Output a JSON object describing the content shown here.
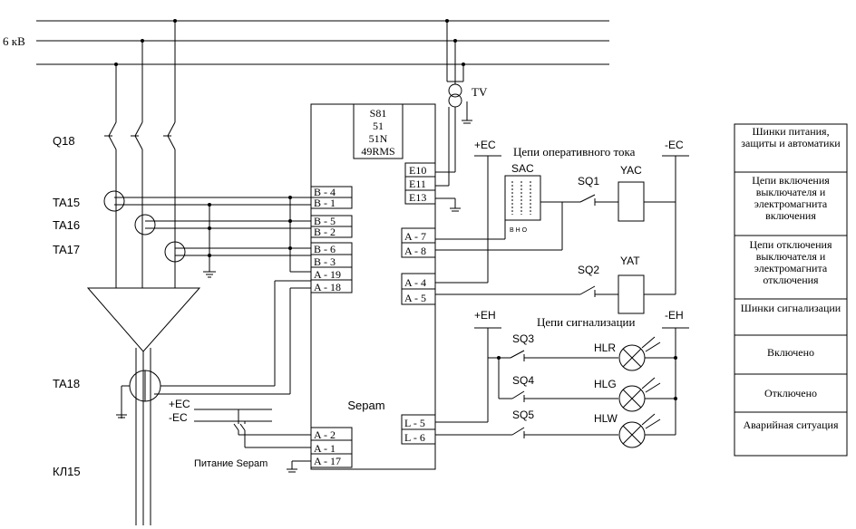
{
  "bus": {
    "voltage_label": "6 кВ"
  },
  "left_labels": {
    "q18": "Q18",
    "ta15": "TA15",
    "ta16": "TA16",
    "ta17": "TA17",
    "ta18": "TA18",
    "kl15": "КЛ15",
    "tv": "TV"
  },
  "sepam": {
    "functions": [
      "S81",
      "51",
      "51N",
      "49RMS"
    ],
    "name": "Sepam",
    "terminals_left_top": [
      "B - 4",
      "B - 1",
      "B - 5",
      "B - 2",
      "B - 6",
      "B - 3",
      "A - 19",
      "A - 18"
    ],
    "terminals_left_bottom": [
      "A - 2",
      "A - 1",
      "A - 17"
    ],
    "terminals_right_top": [
      "E10",
      "E11",
      "E13"
    ],
    "terminals_right_mid": [
      "A - 7",
      "A - 8",
      "A - 4",
      "A - 5"
    ],
    "terminals_right_bottom": [
      "L - 5",
      "L - 6"
    ]
  },
  "power_supply": {
    "plus": "+EC",
    "minus": "-EC",
    "label": "Питание Sepam"
  },
  "control": {
    "plus": "+EC",
    "minus": "-EC",
    "title": "Цепи оперативного тока",
    "sac": "SAC",
    "sac_positions": "В Н О",
    "sq1": "SQ1",
    "yac": "YAC",
    "sq2": "SQ2",
    "yat": "YAT"
  },
  "signal": {
    "plus": "+EH",
    "minus": "-EH",
    "title": "Цепи сигнализации",
    "sq3": "SQ3",
    "sq4": "SQ4",
    "sq5": "SQ5",
    "hlr": "HLR",
    "hlg": "HLG",
    "hlw": "HLW"
  },
  "legend": [
    "Шинки питания, защиты и автоматики",
    "Цепи включения выключателя и электромагнита включения",
    "Цепи отключения выключателя и электромагнита отключения",
    "Шинки сигнализации",
    "Включено",
    "Отключено",
    "Аварийная ситуация"
  ]
}
